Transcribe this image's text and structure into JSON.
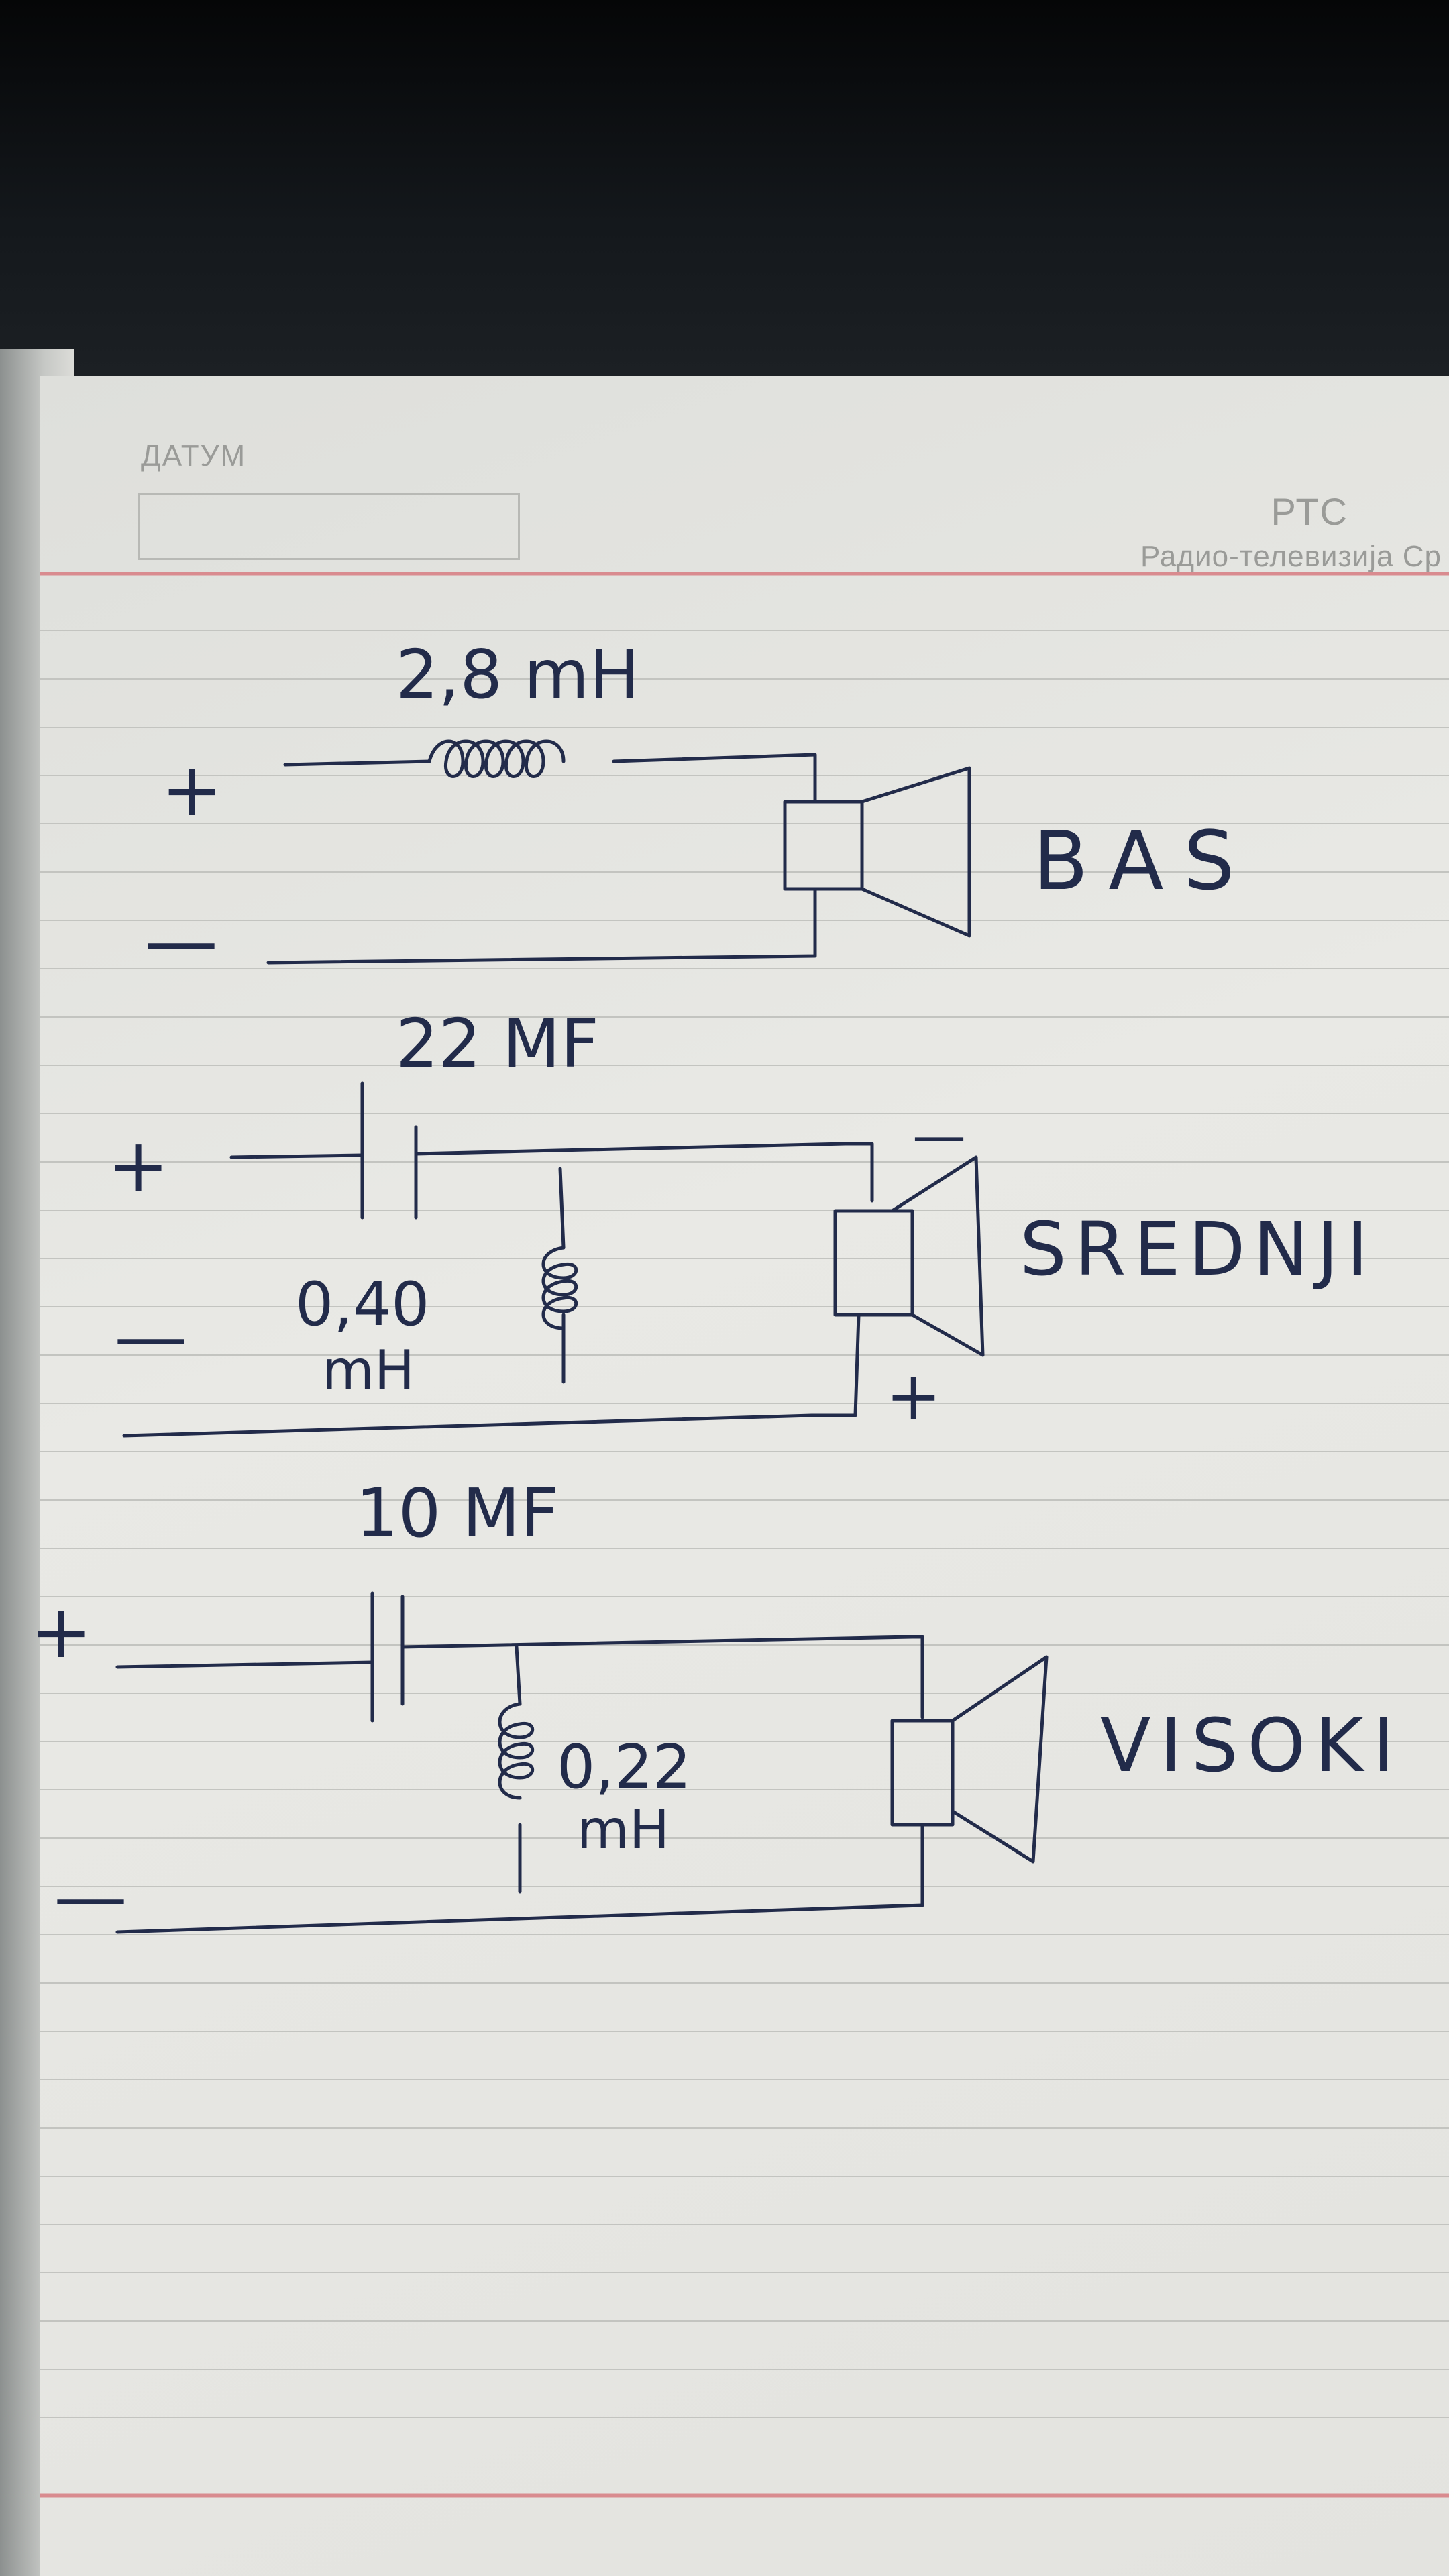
{
  "header": {
    "date_label": "ДАТУМ",
    "brand_name": "РТС",
    "brand_subtitle": "Радио-телевизија Ср"
  },
  "diagram": {
    "circuits": [
      {
        "speaker_label": "BAS",
        "inductor_value": "2,8 mH",
        "plus_terminal": "+",
        "minus_terminal": "—"
      },
      {
        "speaker_label": "SREDNJI",
        "capacitor_value": "22 MF",
        "inductor_value_top": "0,40",
        "inductor_value_bottom": "mH",
        "plus_terminal": "+",
        "minus_terminal": "—",
        "speaker_plus": "+",
        "speaker_minus": "—"
      },
      {
        "speaker_label": "VISOKI",
        "capacitor_value": "10 MF",
        "inductor_value_top": "0,22",
        "inductor_value_bottom": "mH",
        "plus_terminal": "+",
        "minus_terminal": "—"
      }
    ]
  },
  "colors": {
    "ink": "#222b4a",
    "red_rule": "#d98b8f",
    "paper": "#e6e6e2"
  }
}
